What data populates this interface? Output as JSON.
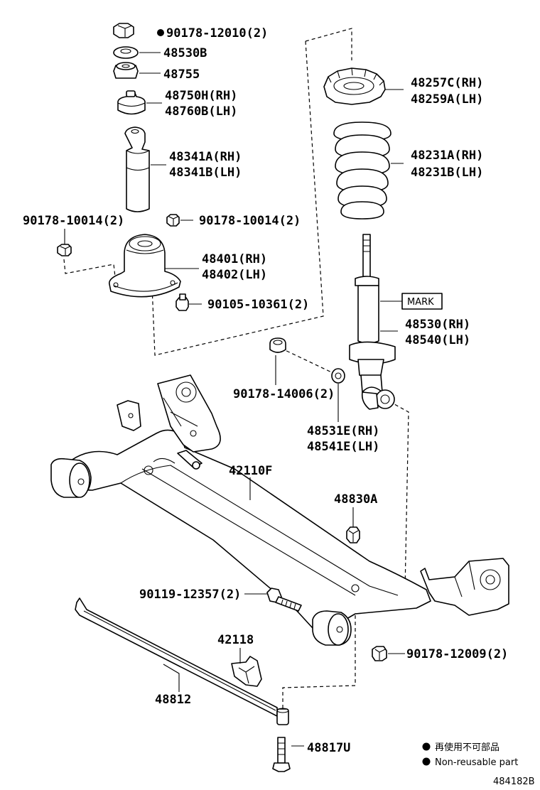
{
  "labels": {
    "p1": "90178-12010(2)",
    "p2": "48530B",
    "p3": "48755",
    "p4a": "48750H(RH)",
    "p4b": "48760B(LH)",
    "p5a": "48341A(RH)",
    "p5b": "48341B(LH)",
    "p6": "90178-10014(2)",
    "p7": "90178-10014(2)",
    "p8a": "48401(RH)",
    "p8b": "48402(LH)",
    "p9": "90105-10361(2)",
    "p10a": "48257C(RH)",
    "p10b": "48259A(LH)",
    "p11a": "48231A(RH)",
    "p11b": "48231B(LH)",
    "mark": "MARK",
    "p12a": "48530(RH)",
    "p12b": "48540(LH)",
    "p13": "90178-14006(2)",
    "p14a": "48531E(RH)",
    "p14b": "48541E(LH)",
    "p15": "42110F",
    "p16": "48830A",
    "p17": "90119-12357(2)",
    "p18": "42118",
    "p19": "90178-12009(2)",
    "p20": "48812",
    "p21": "48817U"
  },
  "legend": {
    "line1": "再使用不可部品",
    "line2": "Non-reusable part"
  },
  "diagram_id": "484182B"
}
